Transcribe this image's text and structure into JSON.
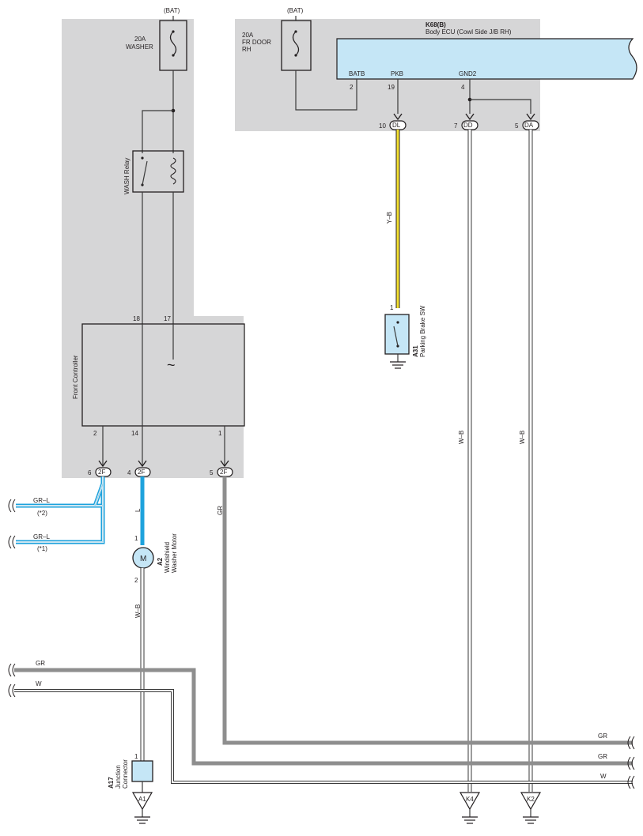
{
  "diagram": {
    "power": {
      "bat_left": "(BAT)",
      "bat_right": "(BAT)"
    },
    "fuses": {
      "washer": {
        "rating": "20A",
        "name": "WASHER"
      },
      "fr_door": {
        "rating": "20A",
        "name_line1": "FR DOOR",
        "name_line2": "RH"
      }
    },
    "body_ecu": {
      "code": "K68(B)",
      "name": "Body ECU (Cowl Side J/B RH)",
      "pins": {
        "batb": "BATB",
        "pkb": "PKB",
        "gnd2": "GND2"
      },
      "pin_numbers": {
        "batb": "2",
        "pkb": "19",
        "gnd2": "4"
      }
    },
    "connectors": {
      "dl": {
        "pin": "10",
        "code": "DL"
      },
      "dd": {
        "pin": "7",
        "code": "DD"
      },
      "da": {
        "pin": "5",
        "code": "DA"
      },
      "twof_6": {
        "pin": "6",
        "code": "2F"
      },
      "twof_4": {
        "pin": "4",
        "code": "2F"
      },
      "twof_5": {
        "pin": "5",
        "code": "2F"
      }
    },
    "wash_relay": {
      "label": "WASH Relay"
    },
    "front_controller": {
      "label": "Front Controller",
      "pins": {
        "p18": "18",
        "p17": "17",
        "p2": "2",
        "p14": "14",
        "p1": "1"
      },
      "symbol": "~"
    },
    "parking_brake_sw": {
      "pin": "1",
      "code": "A31",
      "name": "Parking Brake SW"
    },
    "washer_motor": {
      "pin1": "1",
      "pin2": "2",
      "code": "A2",
      "name_line1": "Windshield",
      "name_line2": "Washer Motor",
      "symbol": "M"
    },
    "junction_connector": {
      "pin": "1",
      "code": "A17",
      "name_line1": "Junction",
      "name_line2": "Connector"
    },
    "grounds": {
      "a1": "A1",
      "k4": "K4",
      "k2": "K2"
    },
    "wire_colors": {
      "yb": "Y–B",
      "wb_dd": "W–B",
      "wb_da": "W–B",
      "l": "L",
      "gr_2f": "GR",
      "wb_motor": "W–B",
      "grl_1": "GR–L",
      "grl_2": "GR–L",
      "gr_left": "GR",
      "w_left": "W",
      "gr_right_1": "GR",
      "gr_right_2": "GR",
      "w_right": "W"
    },
    "continuations": {
      "c2": "(*2)",
      "c1": "(*1)"
    },
    "colors": {
      "panel": "#d6d6d7",
      "ecu_fill": "#c5e6f6",
      "yellow": "#f4e030",
      "blue": "#1ea2dc",
      "light_blue": "#9ecfe6",
      "gray_wire": "#8e8e8e",
      "ink": "#231f20"
    }
  }
}
